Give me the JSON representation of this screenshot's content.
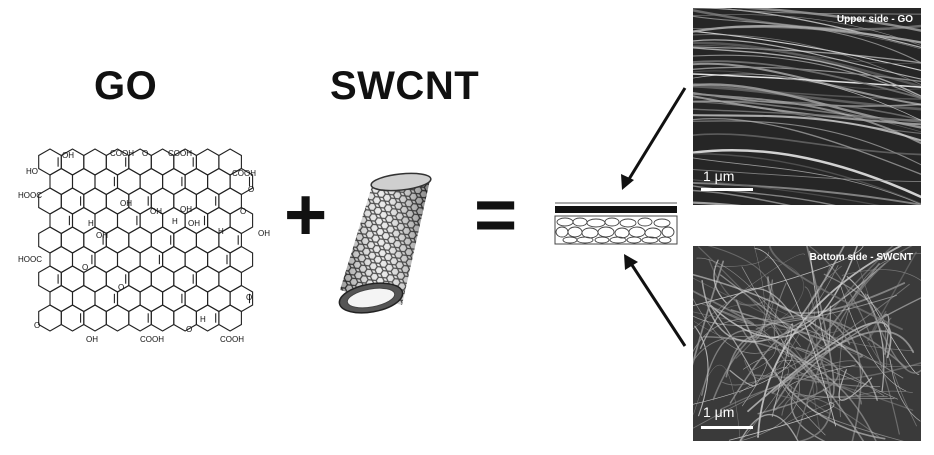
{
  "labels": {
    "go": "GO",
    "swcnt": "SWCNT",
    "plus": "+",
    "equals": "="
  },
  "molecule": {
    "groups": [
      "OH",
      "COOH",
      "O",
      "COOH",
      "COOH",
      "HO",
      "HOOC",
      "O",
      "H",
      "OH",
      "OH",
      "OH",
      "H",
      "OH",
      "OH",
      "O",
      "H",
      "OH",
      "HOOC",
      "O",
      "O",
      "O",
      "O",
      "OH",
      "COOH",
      "H",
      "COOH",
      "O"
    ]
  },
  "sem": {
    "top": {
      "title": "Upper side - GO",
      "scale": "1 μm"
    },
    "bottom": {
      "title": "Bottom side - SWCNT",
      "scale": "1 μm"
    }
  },
  "colors": {
    "ink": "#111111",
    "sem_dark": "#2b2b2b",
    "sem_light": "#d8d8d8"
  }
}
